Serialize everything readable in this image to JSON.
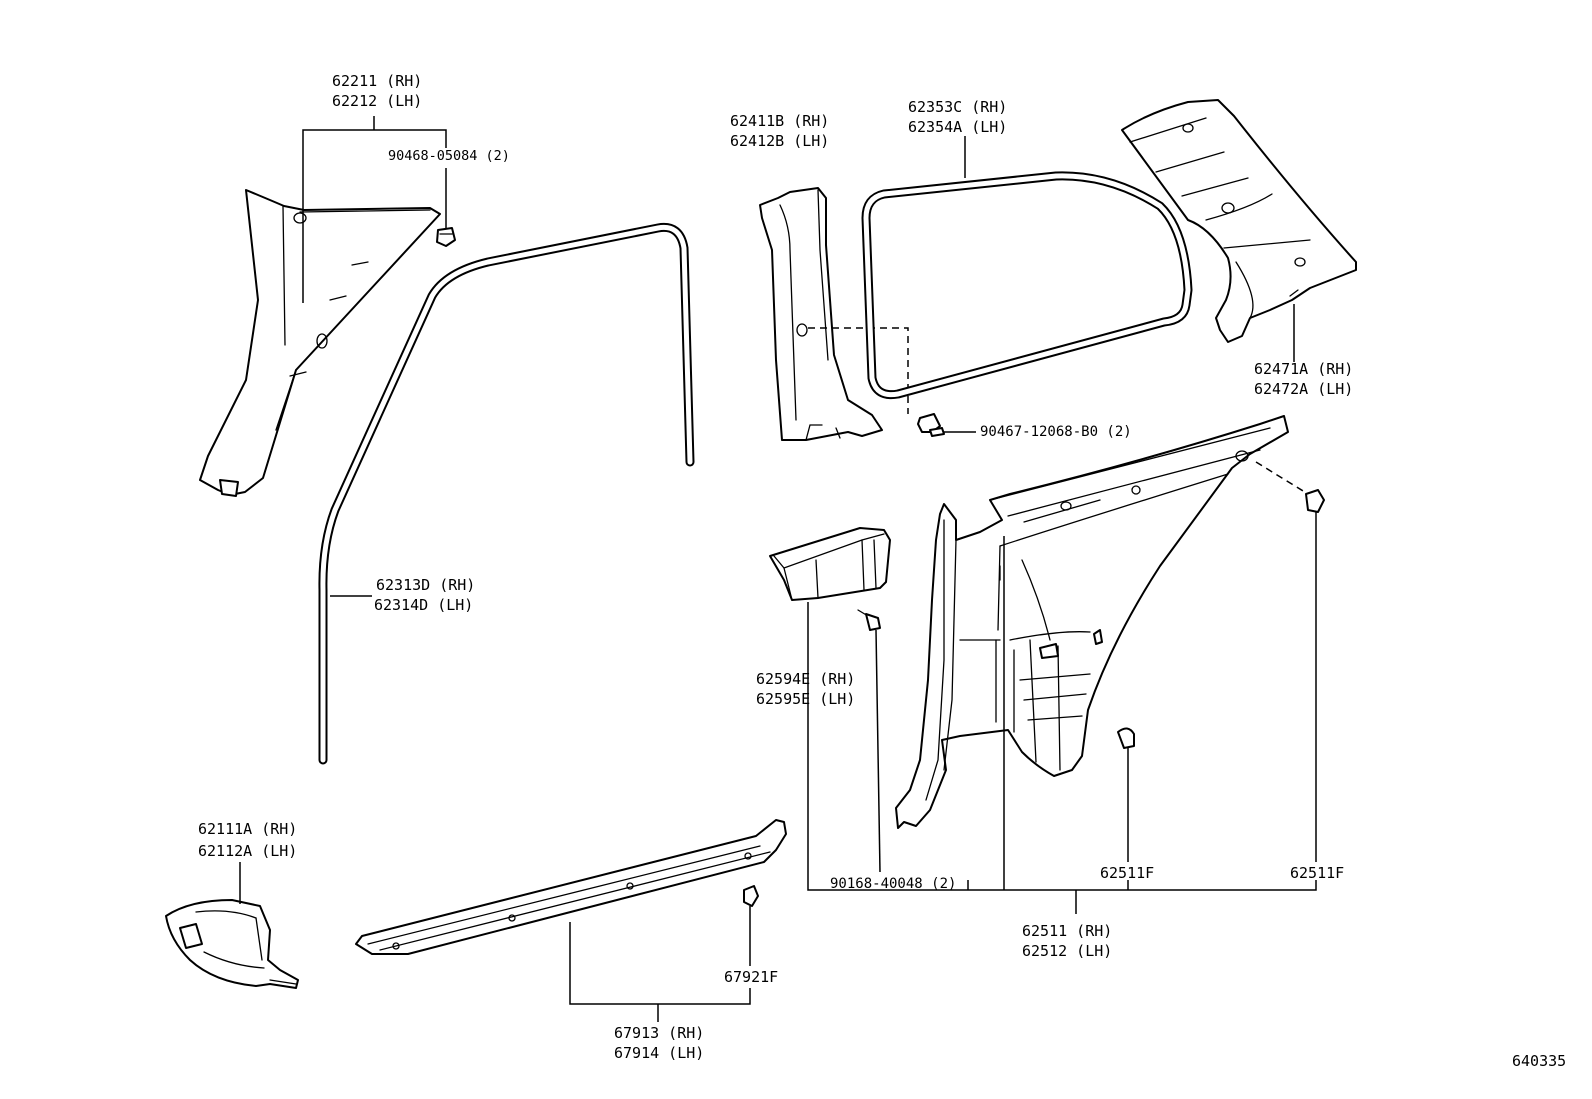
{
  "labels": {
    "a_pillar_rh": "62211 (RH)",
    "a_pillar_lh": "62212 (LH)",
    "clip_a": "90468-05084 (2)",
    "door_seal_rh": "62313D (RH)",
    "door_seal_lh": "62314D (LH)",
    "b_pillar_rh": "62411B (RH)",
    "b_pillar_lh": "62412B (LH)",
    "quarter_seal_rh": "62353C (RH)",
    "quarter_seal_lh": "62354A (LH)",
    "c_pillar_rh": "62471A (RH)",
    "c_pillar_lh": "62472A (LH)",
    "clip_b": "90467-12068-B0 (2)",
    "pocket_rh": "62594E (RH)",
    "pocket_lh": "62595E (LH)",
    "screw": "90168-40048 (2)",
    "clip_c_1": "62511F",
    "clip_c_2": "62511F",
    "quarter_trim_rh": "62511 (RH)",
    "quarter_trim_lh": "62512 (LH)",
    "cowl_rh": "62111A (RH)",
    "cowl_lh": "62112A (LH)",
    "clip_d": "67921F",
    "scuff_rh": "67913 (RH)",
    "scuff_lh": "67914 (LH)",
    "diagram_code": "640335"
  }
}
